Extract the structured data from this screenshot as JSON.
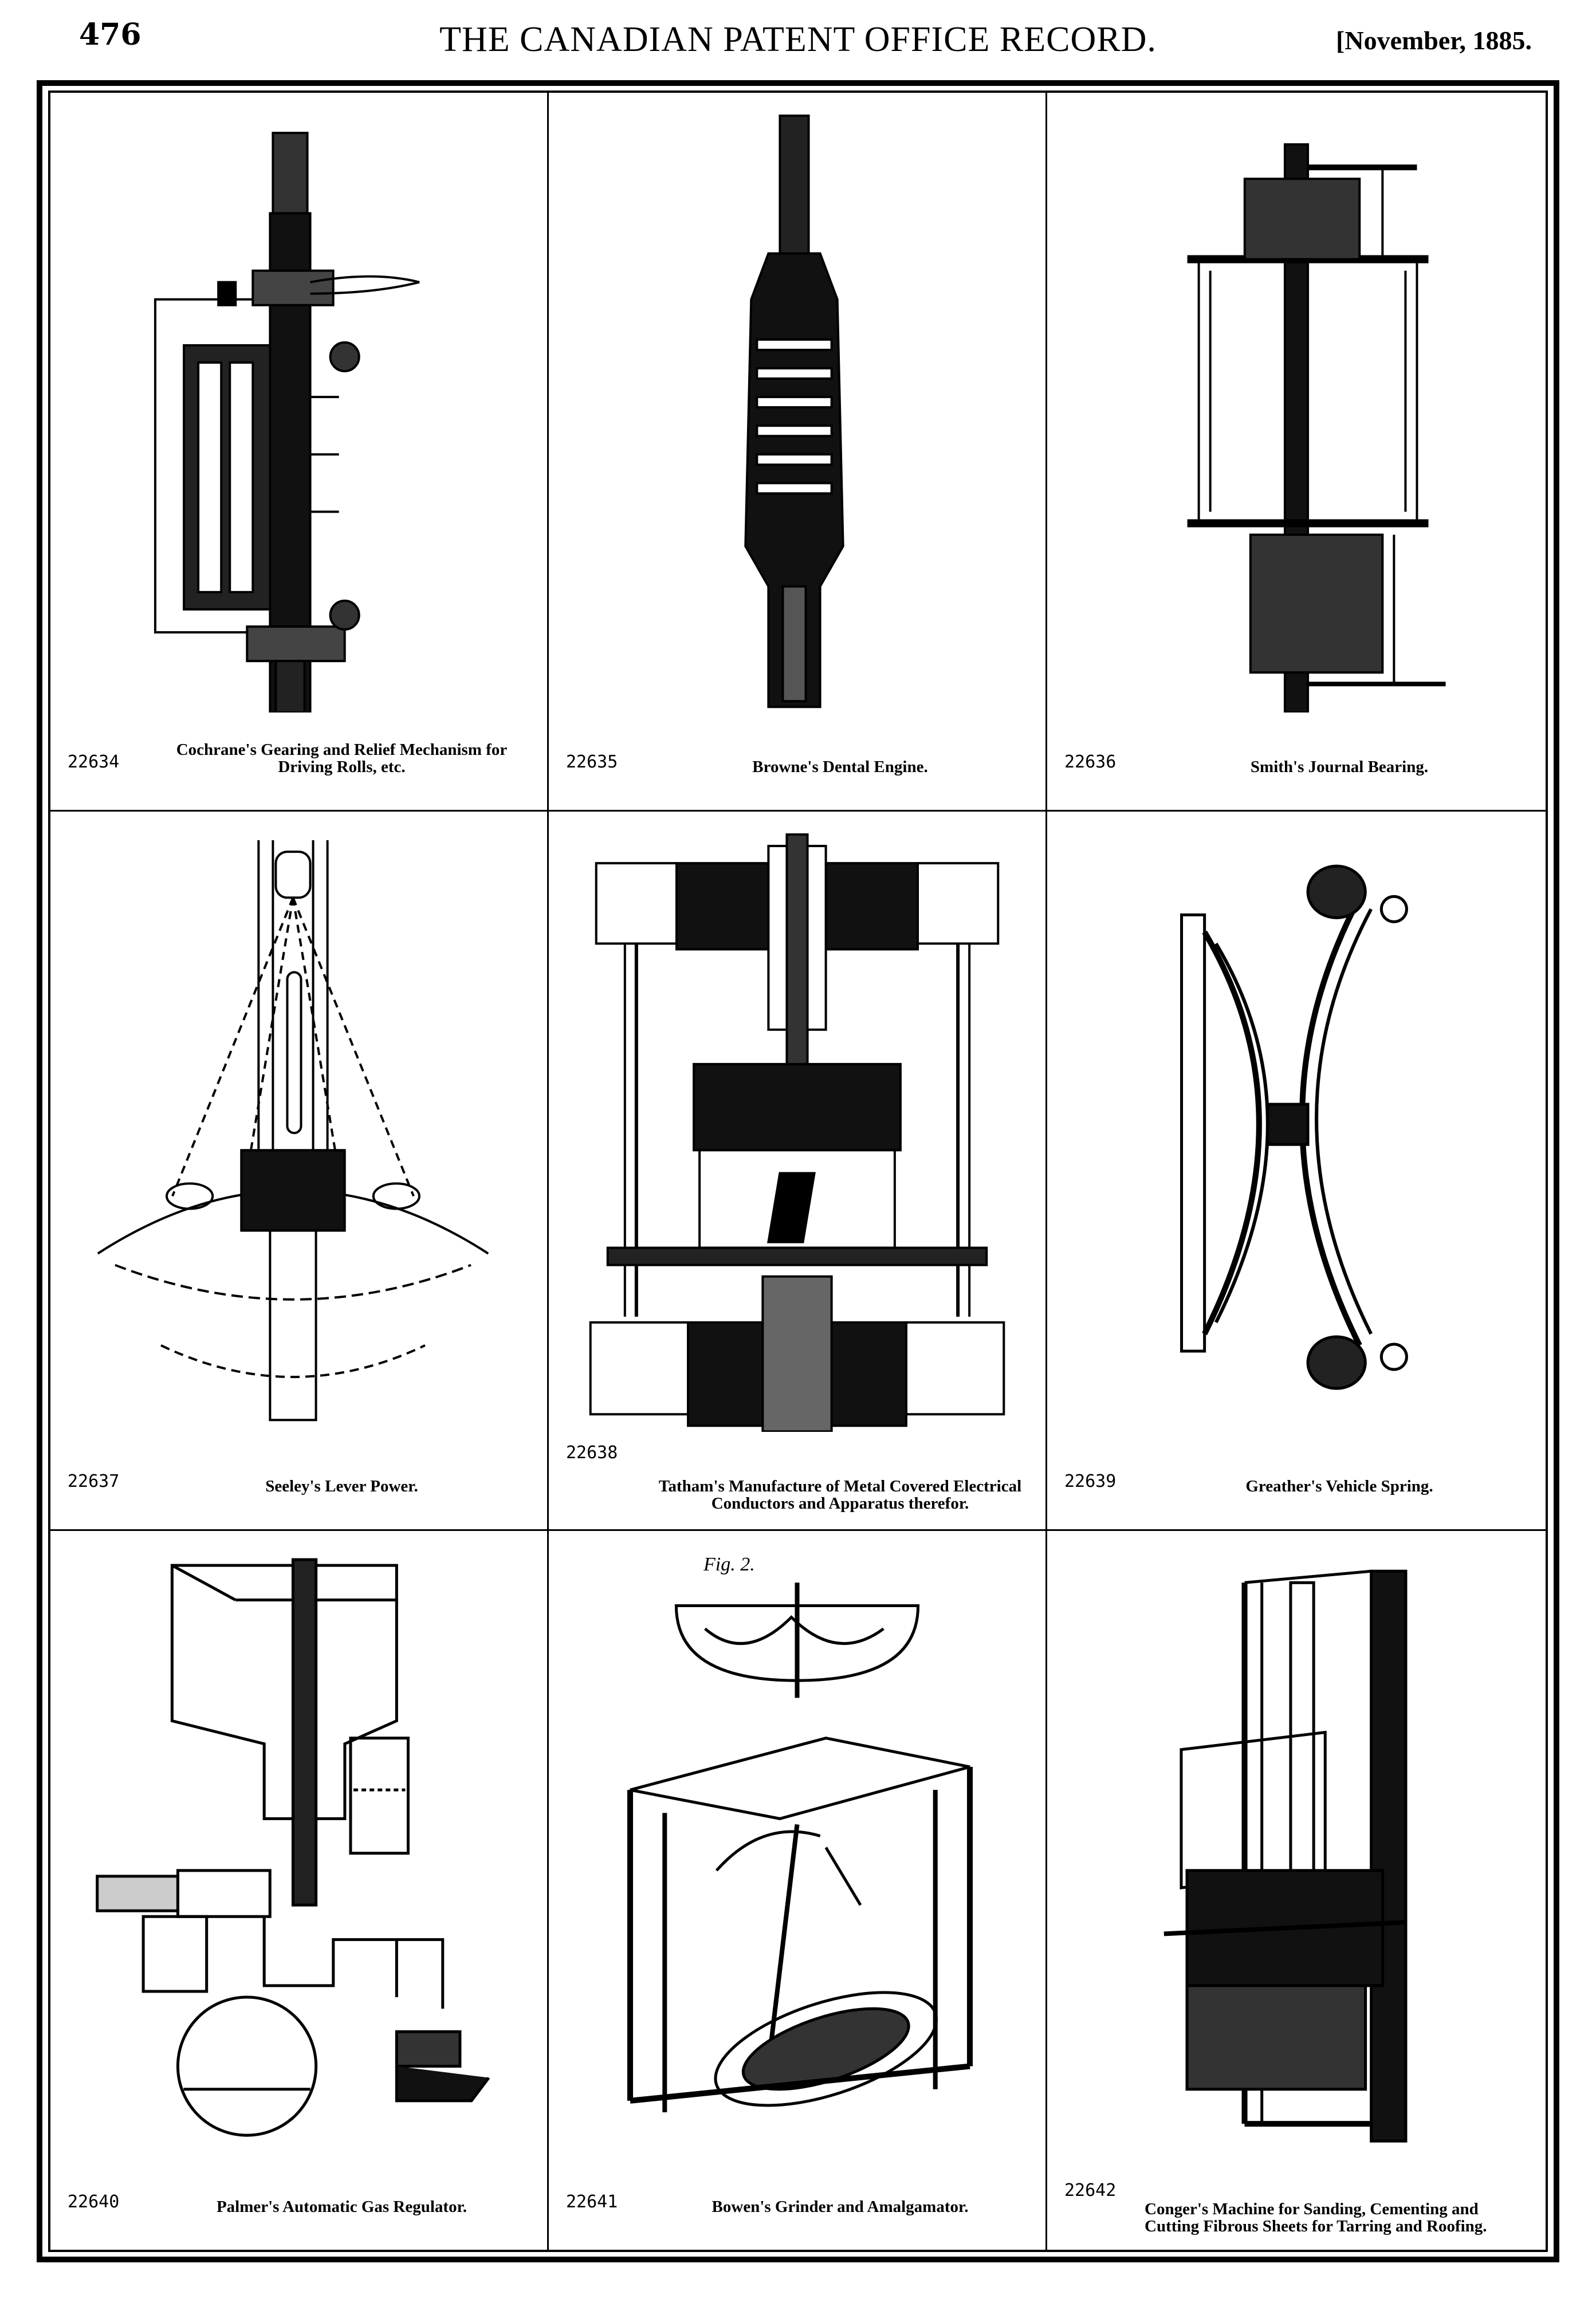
{
  "header": {
    "page_number": "476",
    "journal_title": "THE CANADIAN PATENT OFFICE RECORD.",
    "issue_date": "[November, 1885."
  },
  "patents": [
    {
      "number": "22634",
      "title": "Cochrane's Gearing and Relief Mechanism for Driving Rolls, etc."
    },
    {
      "number": "22635",
      "title": "Browne's Dental Engine."
    },
    {
      "number": "22636",
      "title": "Smith's Journal Bearing."
    },
    {
      "number": "22637",
      "title": "Seeley's Lever Power."
    },
    {
      "number": "22638",
      "title": "Tatham's Manufacture of Metal Covered Electrical Conductors and Apparatus therefor."
    },
    {
      "number": "22639",
      "title": "Greather's Vehicle Spring."
    },
    {
      "number": "22640",
      "title": "Palmer's Automatic Gas Regulator."
    },
    {
      "number": "22641",
      "title": "Bowen's Grinder and Amalgamator."
    },
    {
      "number": "22642",
      "title": "Conger's Machine for Sanding, Cementing and Cutting Fibrous Sheets for Tarring and Roofing."
    }
  ],
  "figure_labels": {
    "fig2": "Fig. 2."
  }
}
